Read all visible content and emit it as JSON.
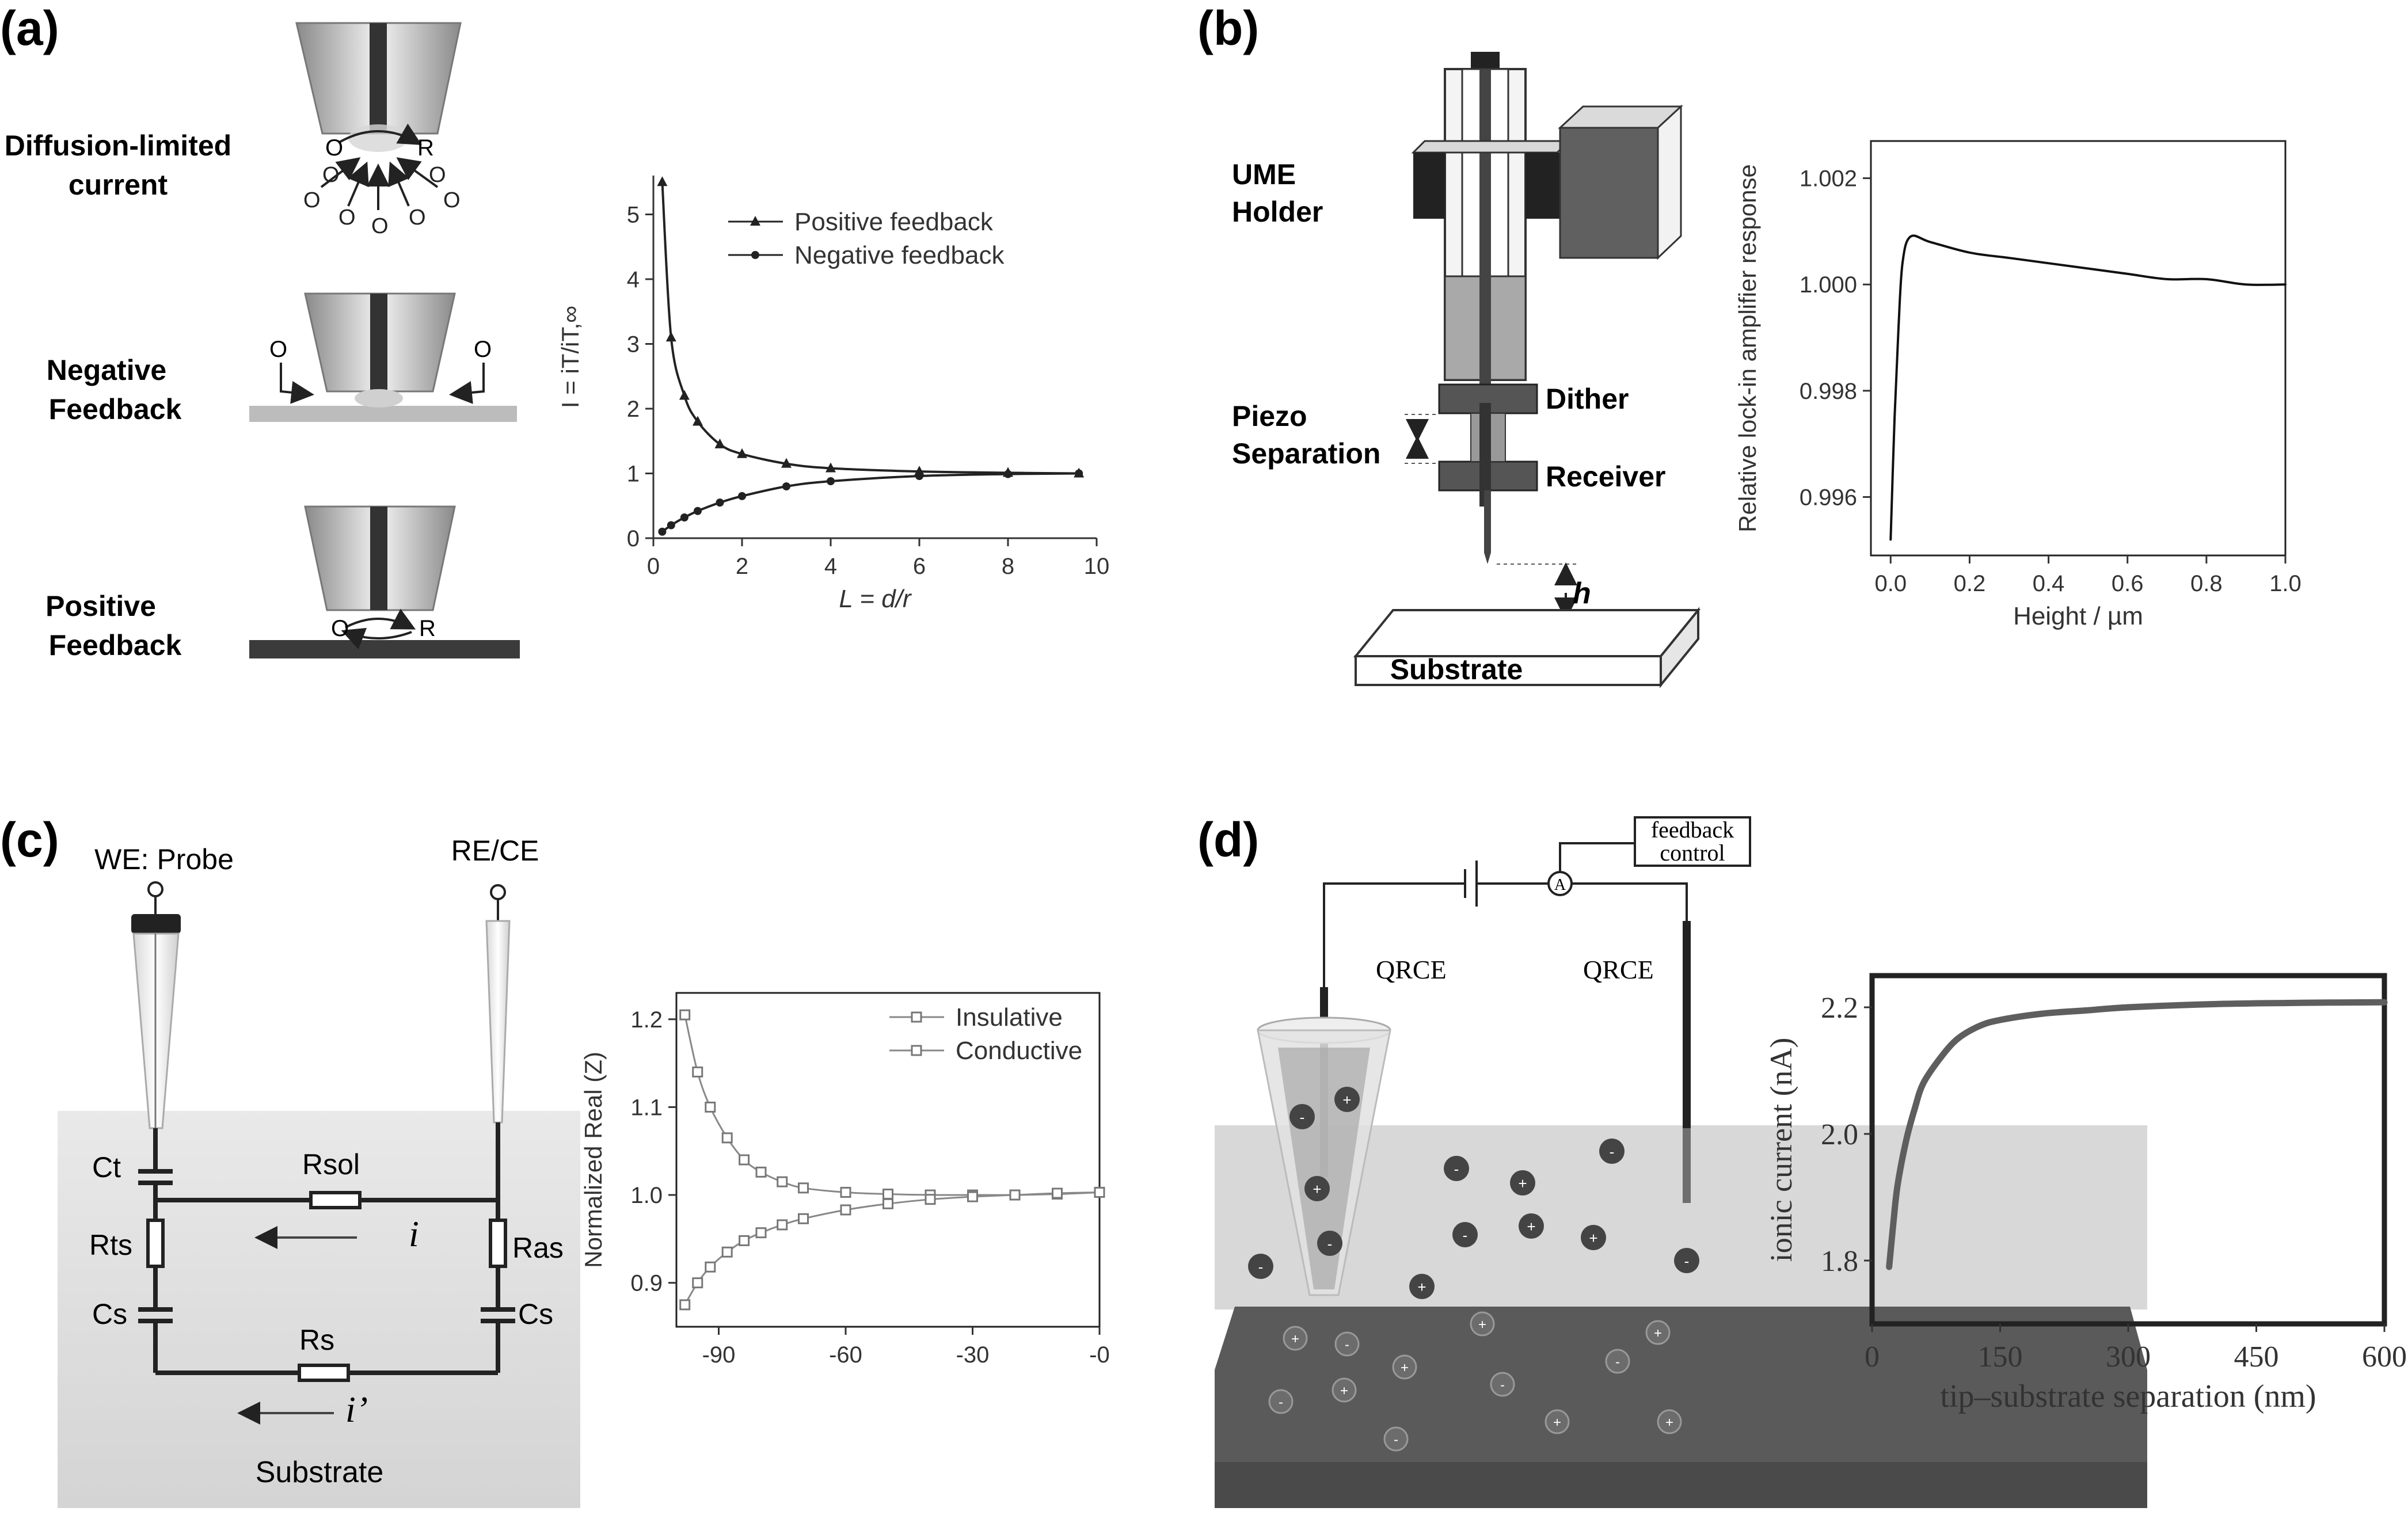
{
  "panel_labels": {
    "a": "(a)",
    "b": "(b)",
    "c": "(c)",
    "d": "(d)"
  },
  "panel_a": {
    "diffusion_label_1": "Diffusion-limited",
    "diffusion_label_2": "current",
    "negative_label_1": "Negative",
    "negative_label_2": "Feedback",
    "positive_label_1": "Positive",
    "positive_label_2": "Feedback",
    "species_o": "O",
    "species_r": "R"
  },
  "panel_b": {
    "ume_1": "UME",
    "ume_2": "Holder",
    "piezo_1": "Piezo",
    "piezo_2": "Separation",
    "dither": "Dither",
    "receiver": "Receiver",
    "h": "h",
    "substrate": "Substrate"
  },
  "panel_c": {
    "we_probe": "WE: Probe",
    "re_ce": "RE/CE",
    "c_t": "Ct",
    "r_sol": "Rsol",
    "r_ts": "Rts",
    "r_as": "Ras",
    "c_s": "Cs",
    "r_s": "Rs",
    "i": "i",
    "i_prime": "i’",
    "substrate": "Substrate"
  },
  "panel_d": {
    "feedback_1": "feedback",
    "feedback_2": "control",
    "ammeter": "A",
    "qrce_left": "QRCE",
    "qrce_right": "QRCE"
  },
  "chart_data": [
    {
      "id": "a",
      "type": "line",
      "xlabel": "L = d/r",
      "ylabel": "I = iT/iT,∞",
      "xlim": [
        0,
        10
      ],
      "ylim": [
        0,
        5.6
      ],
      "xticks": [
        "0",
        "2",
        "4",
        "6",
        "8",
        "10"
      ],
      "yticks": [
        "0",
        "1",
        "2",
        "3",
        "4",
        "5"
      ],
      "legend_position": "top-right",
      "series": [
        {
          "name": "Positive feedback",
          "marker": "triangle",
          "x": [
            0.2,
            0.4,
            0.7,
            1.0,
            1.5,
            2.0,
            3.0,
            4.0,
            6.0,
            8.0,
            9.6
          ],
          "y": [
            5.5,
            3.1,
            2.2,
            1.8,
            1.45,
            1.3,
            1.15,
            1.08,
            1.03,
            1.01,
            1.0
          ]
        },
        {
          "name": "Negative feedback",
          "marker": "circle",
          "x": [
            0.2,
            0.4,
            0.7,
            1.0,
            1.5,
            2.0,
            3.0,
            4.0,
            6.0,
            8.0,
            9.6
          ],
          "y": [
            0.1,
            0.2,
            0.32,
            0.42,
            0.55,
            0.65,
            0.8,
            0.88,
            0.96,
            0.99,
            1.0
          ]
        }
      ]
    },
    {
      "id": "b",
      "type": "line",
      "xlabel": "Height / µm",
      "ylabel": "Relative lock-in amplifier response",
      "xlim": [
        -0.05,
        1.0
      ],
      "ylim": [
        0.9949,
        1.0027
      ],
      "xticks": [
        "0.0",
        "0.2",
        "0.4",
        "0.6",
        "0.8",
        "1.0"
      ],
      "yticks": [
        "0.996",
        "0.998",
        "1.000",
        "1.002"
      ],
      "series": [
        {
          "name": "",
          "x": [
            0.0,
            0.01,
            0.02,
            0.03,
            0.05,
            0.1,
            0.2,
            0.3,
            0.4,
            0.5,
            0.6,
            0.7,
            0.8,
            0.9,
            1.0
          ],
          "y": [
            0.9952,
            0.9975,
            0.9992,
            1.0004,
            1.0009,
            1.0008,
            1.0006,
            1.0005,
            1.0004,
            1.0003,
            1.0002,
            1.0001,
            1.0001,
            1.0,
            1.0
          ]
        }
      ]
    },
    {
      "id": "c",
      "type": "line",
      "xlabel": "",
      "ylabel": "Normalized Real (Z)",
      "xlim": [
        -100,
        0
      ],
      "ylim": [
        0.85,
        1.23
      ],
      "xticks": [
        "-90",
        "-60",
        "-30",
        "-0"
      ],
      "yticks": [
        "0.9",
        "1.0",
        "1.1",
        "1.2"
      ],
      "legend_position": "top-right",
      "series": [
        {
          "name": "Insulative",
          "marker": "square-open",
          "x": [
            -98,
            -95,
            -92,
            -88,
            -84,
            -80,
            -75,
            -70,
            -60,
            -50,
            -40,
            -30,
            -20,
            -10,
            0
          ],
          "y": [
            1.205,
            1.14,
            1.1,
            1.065,
            1.04,
            1.026,
            1.015,
            1.008,
            1.003,
            1.001,
            1.0,
            1.0,
            1.0,
            1.001,
            1.003
          ]
        },
        {
          "name": "Conductive",
          "marker": "square-open",
          "x": [
            -98,
            -95,
            -92,
            -88,
            -84,
            -80,
            -75,
            -70,
            -60,
            -50,
            -40,
            -30,
            -20,
            -10,
            0
          ],
          "y": [
            0.875,
            0.9,
            0.918,
            0.935,
            0.948,
            0.957,
            0.966,
            0.973,
            0.983,
            0.99,
            0.995,
            0.998,
            1.0,
            1.002,
            1.003
          ]
        }
      ]
    },
    {
      "id": "d",
      "type": "line",
      "xlabel": "tip–substrate separation (nm)",
      "ylabel": "ionic current (nA)",
      "xlim": [
        0,
        600
      ],
      "ylim": [
        1.7,
        2.25
      ],
      "xticks": [
        "0",
        "150",
        "300",
        "450",
        "600"
      ],
      "yticks": [
        "1.8",
        "2.0",
        "2.2"
      ],
      "series": [
        {
          "name": "",
          "x": [
            20,
            25,
            30,
            40,
            50,
            60,
            80,
            100,
            125,
            150,
            200,
            250,
            300,
            400,
            500,
            600
          ],
          "y": [
            1.79,
            1.86,
            1.92,
            1.99,
            2.04,
            2.08,
            2.12,
            2.15,
            2.17,
            2.18,
            2.19,
            2.195,
            2.2,
            2.205,
            2.207,
            2.208
          ]
        }
      ]
    }
  ]
}
